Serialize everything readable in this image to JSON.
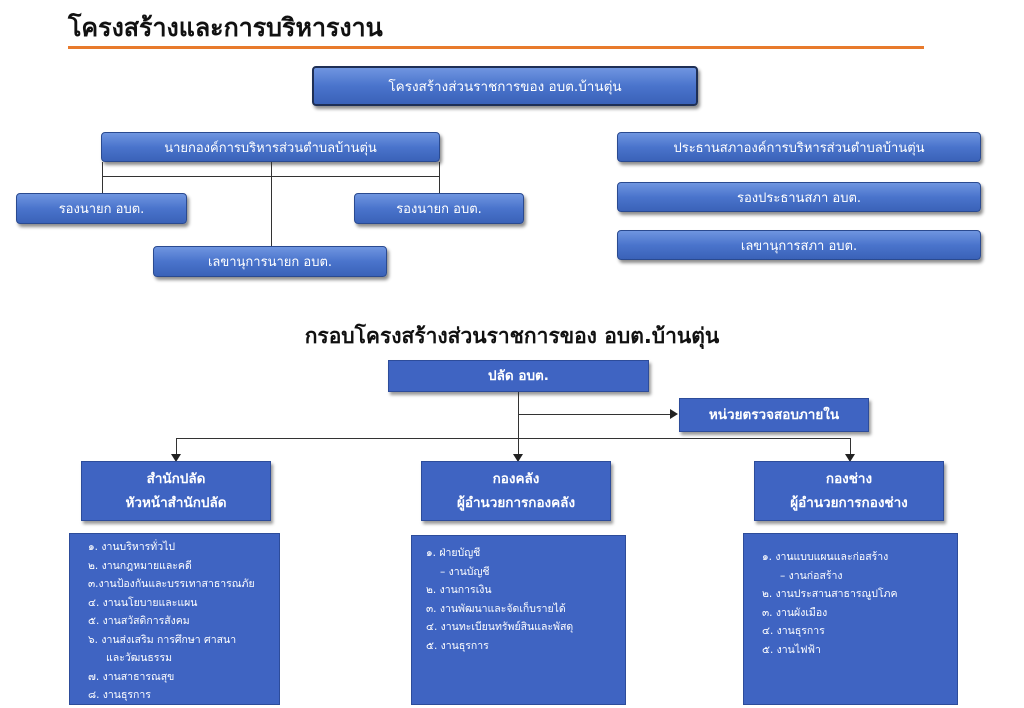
{
  "page": {
    "title": "โครงสร้างและการบริหารงาน",
    "accent_color": "#e87a2c",
    "box_color": "#3f64c2"
  },
  "structure": {
    "root": "โครงสร้างส่วนราชการของ อบต.บ้านตุ่น",
    "executive": {
      "head": "นายกองค์การบริหารส่วนตำบลบ้านตุ่น",
      "deputy_left": "รองนายก อบต.",
      "deputy_right": "รองนายก อบต.",
      "secretary": "เลขานุการนายก อบต."
    },
    "council": {
      "head": "ประธานสภาองค์การบริหารส่วนตำบลบ้านตุ่น",
      "deputy": "รองประธานสภา อบต.",
      "secretary": "เลขานุการสภา อบต."
    }
  },
  "framework": {
    "title": "กรอบโครงสร้างส่วนราชการของ อบต.บ้านตุ่น",
    "top": "ปลัด อบต.",
    "audit": "หน่วยตรวจสอบภายใน",
    "divisions": [
      {
        "name": "สำนักปลัด",
        "head": "หัวหน้าสำนักปลัด",
        "items": [
          "๑. งานบริหารทั่วไป",
          "๒. งานกฎหมายและคดี",
          "๓.งานป้องกันและบรรเทาสาธารณภัย",
          "๔. งานนโยบายและแผน",
          "๕. งานสวัสดิการสังคม",
          "๖. งานส่งเสริม การศึกษา ศาสนา",
          "และวัฒนธรรม",
          "๗. งานสาธารณสุข",
          "๘. งานธุรการ"
        ]
      },
      {
        "name": "กองคลัง",
        "head": "ผู้อำนวยการกองคลัง",
        "items": [
          "๑. ฝ่ายบัญชี",
          "– งานบัญชี",
          "๒. งานการเงิน",
          "๓. งานพัฒนาและจัดเก็บรายได้",
          "๔. งานทะเบียนทรัพย์สินและพัสดุ",
          "๕. งานธุรการ"
        ]
      },
      {
        "name": "กองช่าง",
        "head": "ผู้อำนวยการกองช่าง",
        "items": [
          "๑. งานแบบแผนและก่อสร้าง",
          "– งานก่อสร้าง",
          "๒. งานประสานสาธารณูปโภค",
          "๓. งานผังเมือง",
          "๔. งานธุรการ",
          "๕. งานไฟฟ้า"
        ]
      }
    ]
  }
}
